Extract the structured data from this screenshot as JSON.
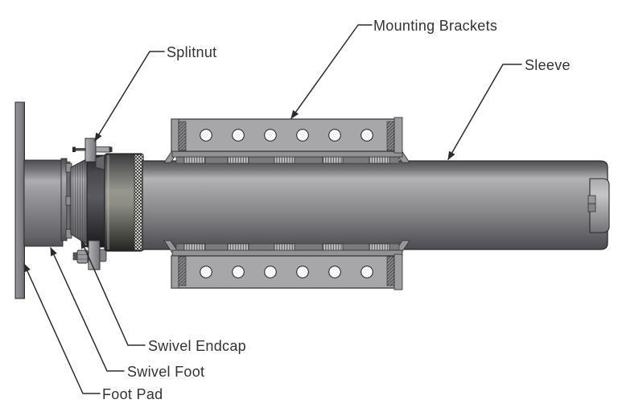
{
  "diagram": {
    "kind": "technical-part-callout-diagram",
    "labels": {
      "splitnut": "Splitnut",
      "mounting_brackets": "Mounting Brackets",
      "sleeve": "Sleeve",
      "swivel_endcap": "Swivel Endcap",
      "swivel_foot": "Swivel Foot",
      "foot_pad": "Foot Pad"
    },
    "colors": {
      "background": "#ffffff",
      "leader_line": "#2b2b2b",
      "label_text": "#333333",
      "metal_light": "#b4b4b6",
      "metal_mid": "#8a8a8d",
      "metal_dark": "#4c4c50",
      "endcap_dark": "#2a2a2e",
      "bracket_face": "#a7a7a9"
    }
  }
}
